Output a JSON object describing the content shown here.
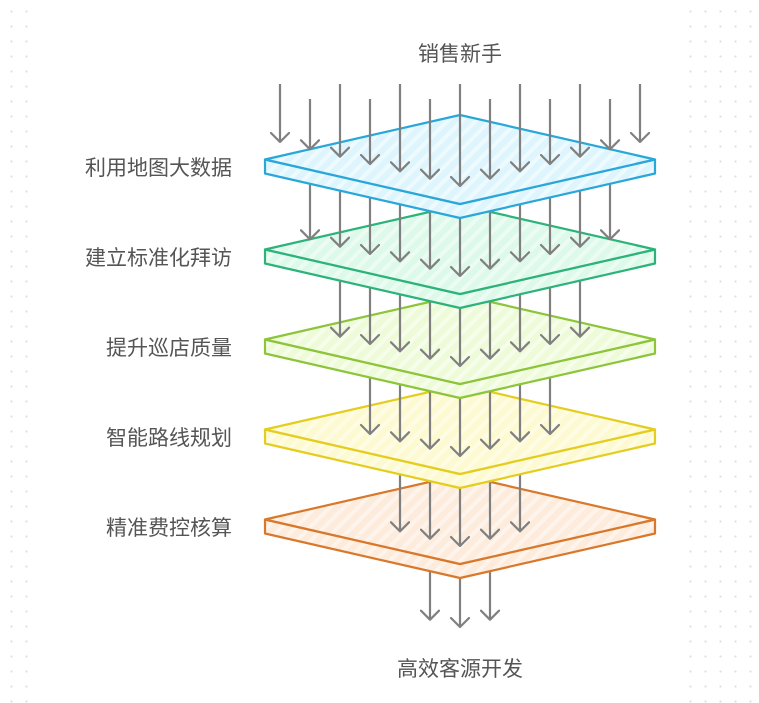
{
  "diagram": {
    "type": "layered-funnel",
    "top_label": "销售新手",
    "bottom_label": "高效客源开发",
    "arrow_color": "#808080",
    "layers": [
      {
        "label": "利用地图大数据",
        "stroke": "#2aa7d9",
        "fill": "#dff5fd"
      },
      {
        "label": "建立标准化拜访",
        "stroke": "#2db37a",
        "fill": "#dcf9ea"
      },
      {
        "label": "提升巡店质量",
        "stroke": "#8cc43a",
        "fill": "#eefbd9"
      },
      {
        "label": "智能路线规划",
        "stroke": "#e3cd1f",
        "fill": "#fdf9d0"
      },
      {
        "label": "精准费控核算",
        "stroke": "#d9782b",
        "fill": "#fdebdc"
      }
    ],
    "arrow_counts_per_tier": [
      13,
      11,
      9,
      7,
      5,
      3
    ]
  }
}
